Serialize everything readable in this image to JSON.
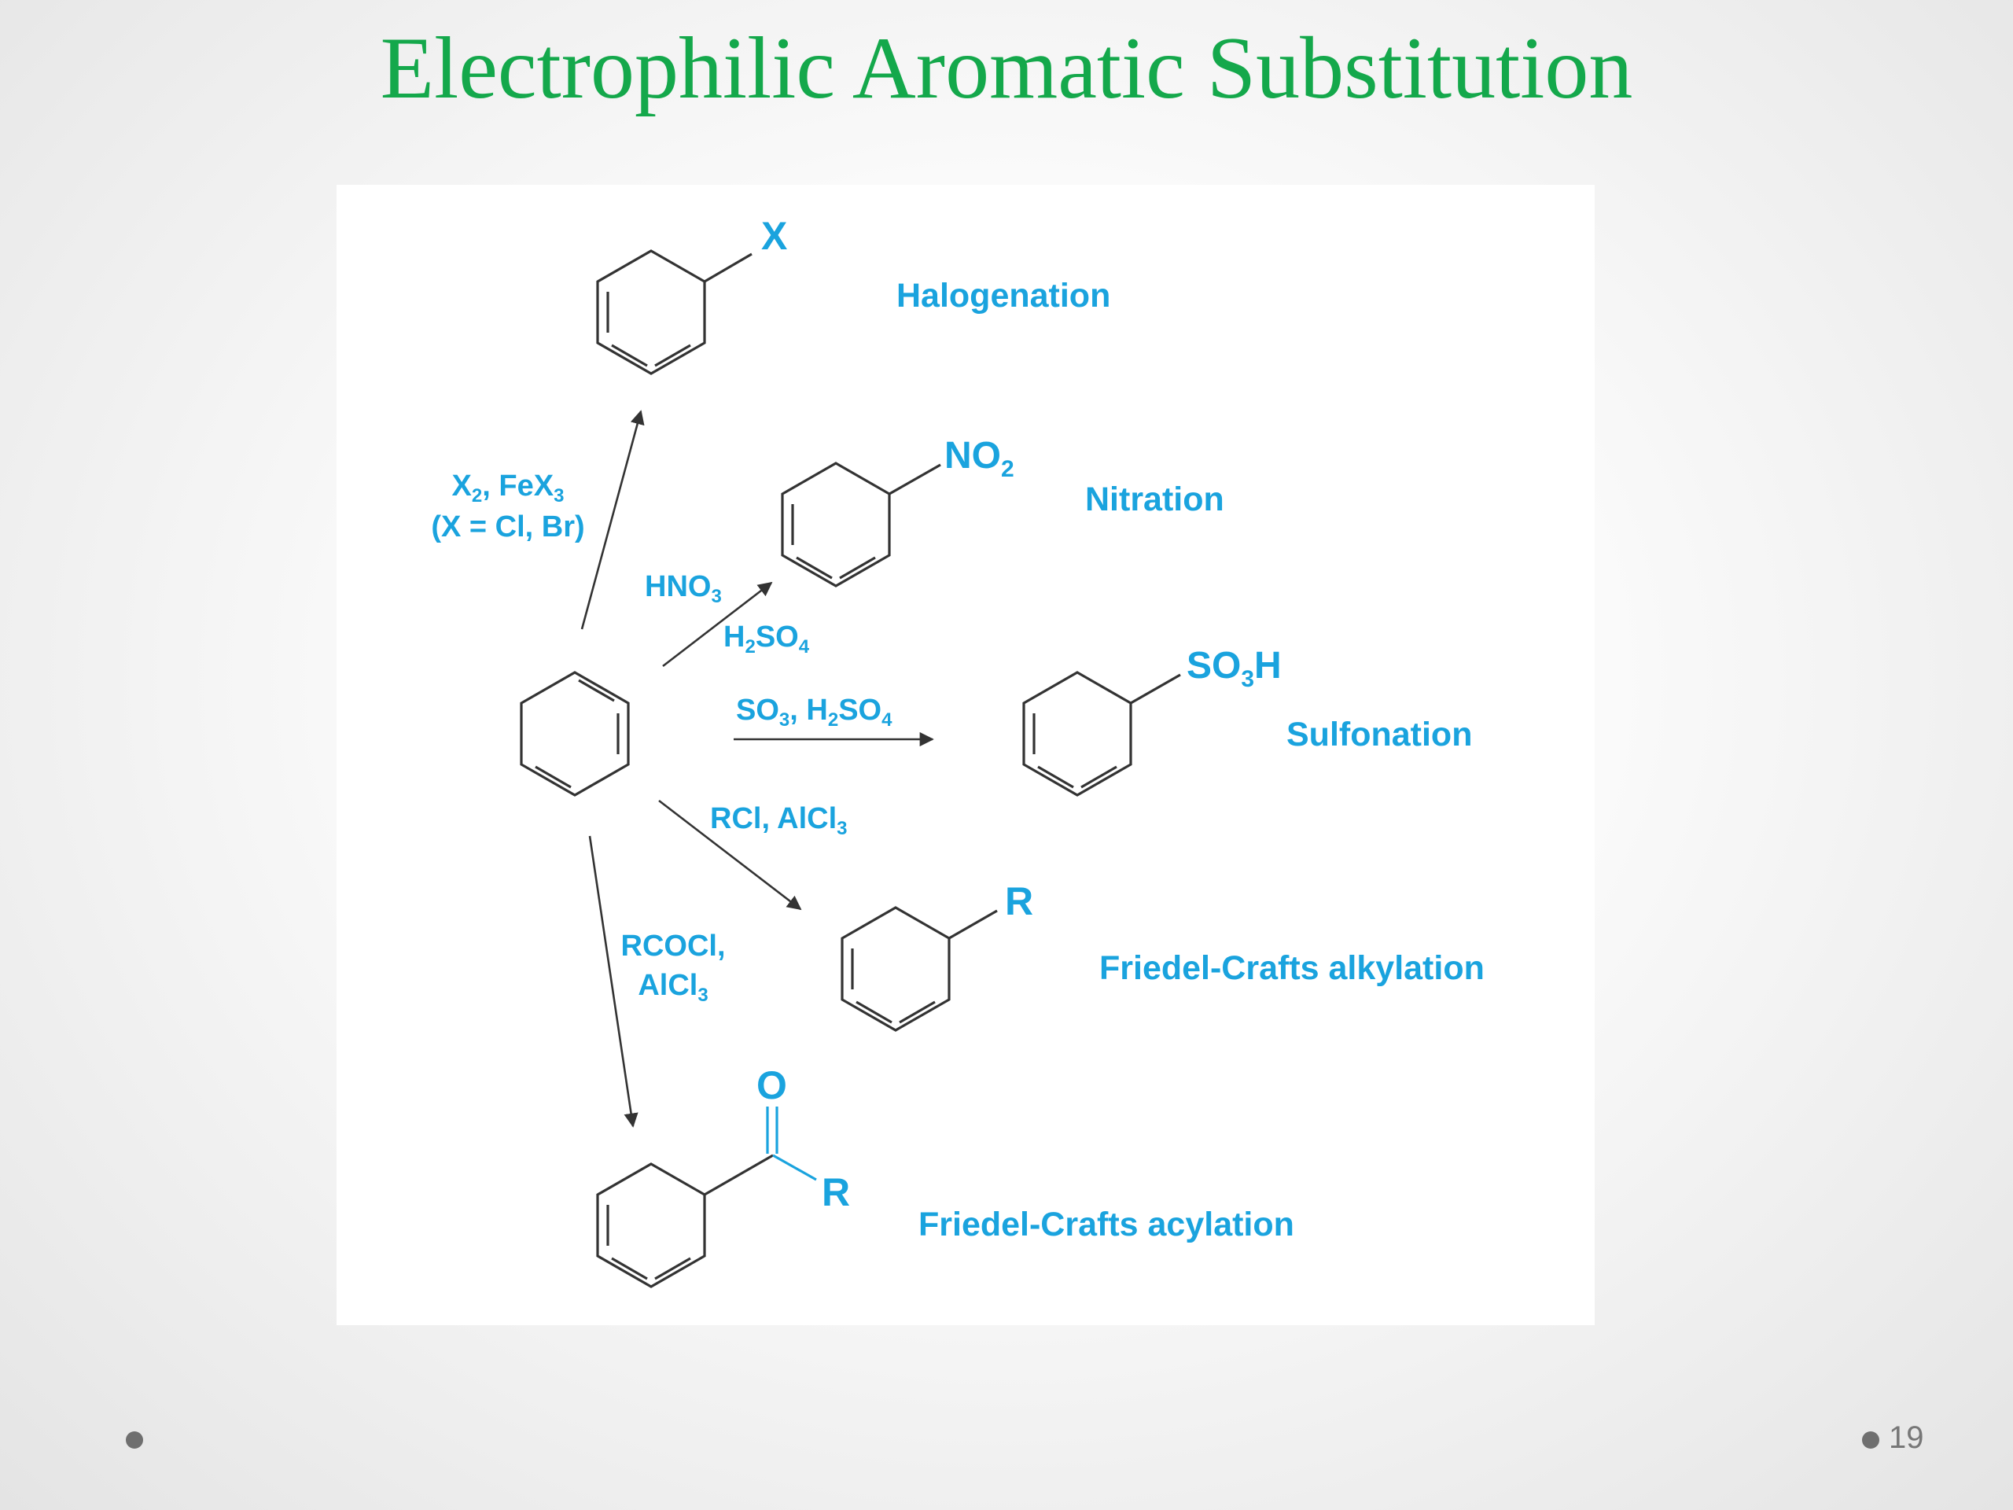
{
  "slide": {
    "title": "Electrophilic Aromatic Substitution",
    "page_number": "19"
  },
  "diagram": {
    "reactions": {
      "halogenation": {
        "name": "Halogenation",
        "substituent": "X",
        "reagent_line1": "X2, FeX3",
        "reagent_line2": "(X = Cl, Br)"
      },
      "nitration": {
        "name": "Nitration",
        "substituent": "NO2",
        "reagent_above": "HNO3",
        "reagent_below": "H2SO4"
      },
      "sulfonation": {
        "name": "Sulfonation",
        "substituent": "SO3H",
        "reagent": "SO3, H2SO4"
      },
      "alkylation": {
        "name": "Friedel-Crafts alkylation",
        "substituent": "R",
        "reagent": "RCl, AlCl3"
      },
      "acylation": {
        "name": "Friedel-Crafts acylation",
        "oxygen": "O",
        "substituent": "R",
        "reagent_line1": "RCOCl,",
        "reagent_line2": "AlCl3"
      }
    }
  },
  "colors": {
    "title": "#14a84b",
    "label": "#1aa3de",
    "structure": "#333333"
  }
}
